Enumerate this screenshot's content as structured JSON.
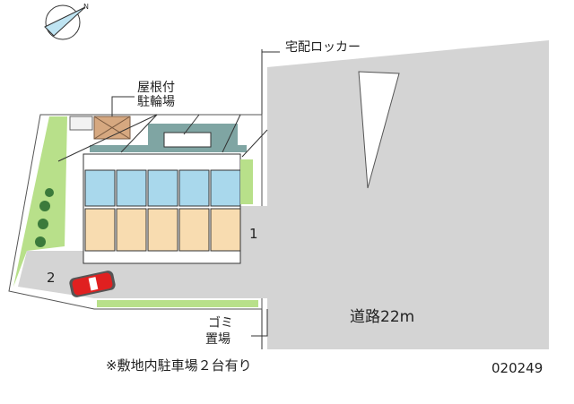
{
  "labels": {
    "delivery_locker": "宅配ロッカー",
    "bike_parking_line1": "屋根付",
    "bike_parking_line2": "駐輪場",
    "garbage_line1": "ゴミ",
    "garbage_line2": "置場",
    "road": "道路22m",
    "parking_1": "1",
    "parking_2": "2",
    "note": "※敷地内駐車場２台有り",
    "code": "020249"
  },
  "icons": [
    "compass-north-icon",
    "car-icon"
  ],
  "colors": {
    "road": "#d4d4d4",
    "units": "#f8dcb0",
    "wet_area": "#a9d8ec",
    "roof": "#7fa5a3",
    "green": "#b8e08a",
    "bike": "#d6a880",
    "car": "#e02020"
  }
}
